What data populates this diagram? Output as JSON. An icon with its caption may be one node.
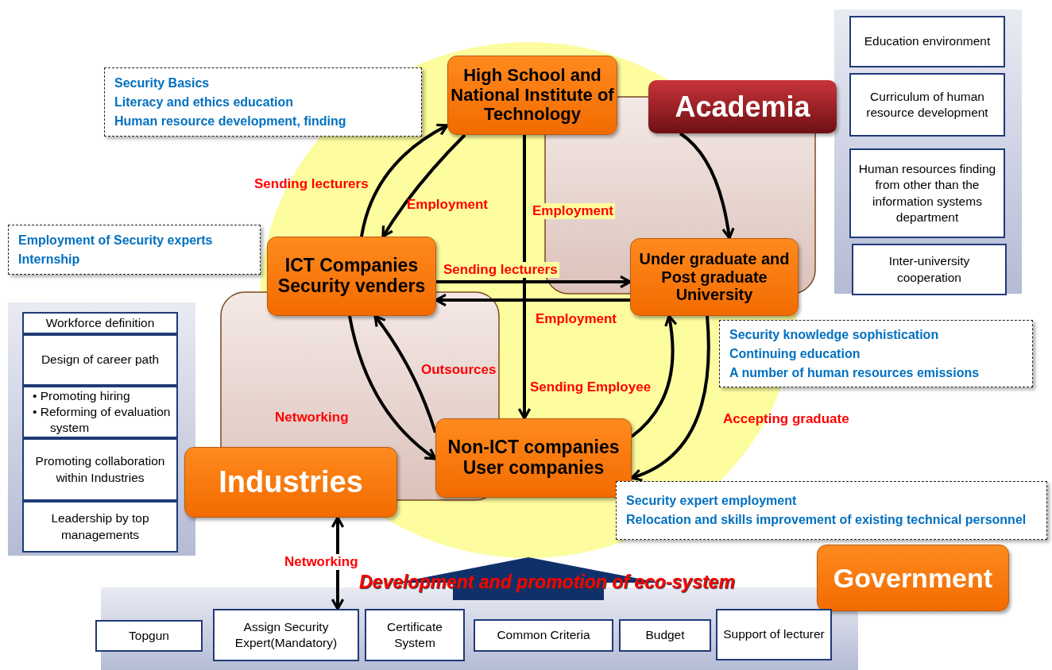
{
  "diagram": {
    "nodes": [
      {
        "text": [
          "High School and National Institute of Technology"
        ]
      },
      {
        "text": [
          "Academia"
        ]
      },
      {
        "text": [
          "ICT Companies Security venders"
        ]
      },
      {
        "text": [
          "Under graduate and Post graduate University"
        ]
      },
      {
        "text": [
          "Industries"
        ]
      },
      {
        "text": [
          "Non-ICT companies User companies"
        ]
      },
      {
        "text": [
          "Government"
        ]
      },
      {
        "text": [
          "Security Basics",
          "Literacy and ethics education",
          "Human resource development, finding"
        ]
      },
      {
        "text": [
          "Employment of Security experts",
          "Internship"
        ]
      },
      {
        "text": [
          "Security knowledge sophistication",
          "Continuing education",
          "A number of human resources emissions"
        ]
      },
      {
        "text": [
          "Security expert employment",
          "Relocation and skills improvement of existing technical personnel"
        ]
      },
      {
        "text": [
          "Education environment"
        ]
      },
      {
        "text": [
          "Curriculum of human resource development"
        ]
      },
      {
        "text": [
          "Human resources finding from other than the information systems department"
        ]
      },
      {
        "text": [
          "Inter-university cooperation"
        ]
      },
      {
        "text": [
          "Workforce definition"
        ]
      },
      {
        "text": [
          "Design of career path"
        ]
      },
      {
        "text": [
          "• Promoting hiring",
          "• Reforming of evaluation system"
        ]
      },
      {
        "text": [
          "Promoting collaboration within Industries"
        ]
      },
      {
        "text": [
          "Leadership by top managements"
        ]
      },
      {
        "text": [
          "Topgun"
        ]
      },
      {
        "text": [
          "Assign Security Expert(Mandatory)"
        ]
      },
      {
        "text": [
          "Certificate System"
        ]
      },
      {
        "text": [
          "Common Criteria"
        ]
      },
      {
        "text": [
          "Budget"
        ]
      },
      {
        "text": [
          "Support of lecturer"
        ]
      }
    ],
    "edges": [
      {
        "from": 2,
        "to": 0,
        "arrow": "to",
        "label": "Sending lecturers"
      },
      {
        "from": 0,
        "to": 2,
        "arrow": "to",
        "label": "Employment"
      },
      {
        "from": 0,
        "to": 5,
        "arrow": "to",
        "label": "Employment"
      },
      {
        "from": 2,
        "to": 3,
        "arrow": "to",
        "label": "Sending lecturers"
      },
      {
        "from": 3,
        "to": 2,
        "arrow": "to",
        "label": "Employment"
      },
      {
        "from": 1,
        "to": 3,
        "arrow": "to"
      },
      {
        "from": 2,
        "to": 5,
        "arrow": "to",
        "label": "Networking"
      },
      {
        "from": 5,
        "to": 2,
        "arrow": "to",
        "label": "Outsources"
      },
      {
        "from": 5,
        "to": 3,
        "arrow": "to",
        "label": "Sending Employee"
      },
      {
        "from": 3,
        "to": 5,
        "arrow": "to",
        "label": "Accepting graduate"
      },
      {
        "from": 4,
        "to": 21,
        "arrow": "both",
        "label": "Networking"
      }
    ],
    "labels": [
      "Development and promotion of eco-system"
    ]
  }
}
